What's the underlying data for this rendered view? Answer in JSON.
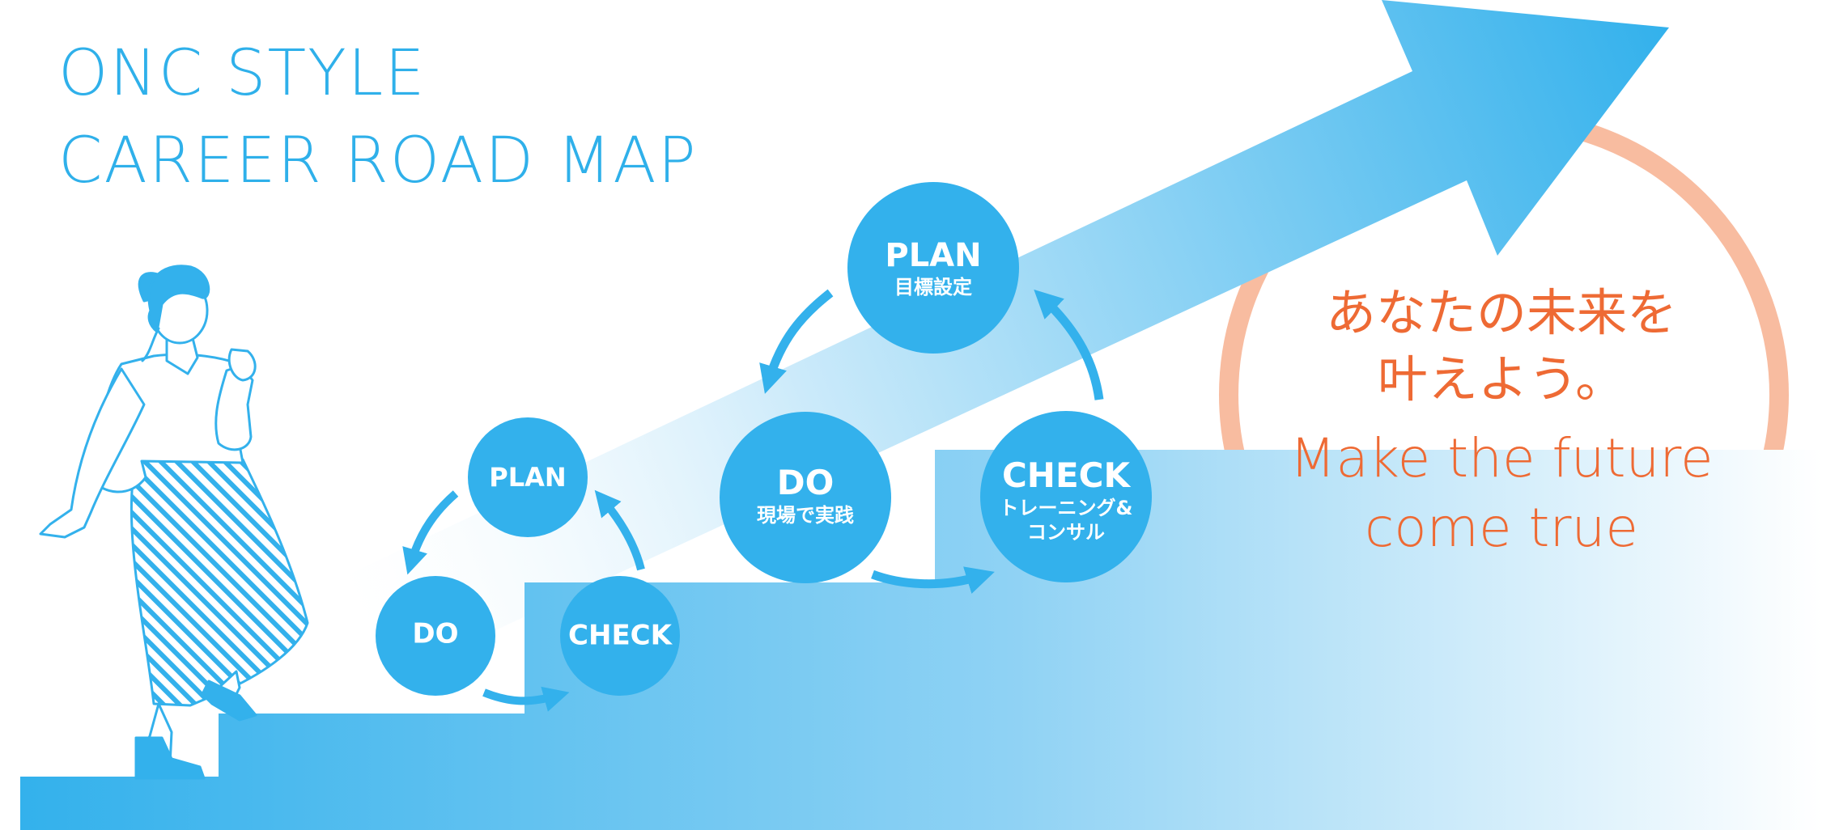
{
  "title": {
    "line1": "ONC STYLE",
    "line2": "CAREER ROAD MAP"
  },
  "small_cycle": {
    "plan": "PLAN",
    "do": "DO",
    "check": "CHECK"
  },
  "large_cycle": {
    "plan": {
      "label": "PLAN",
      "sub": "目標設定"
    },
    "do": {
      "label": "DO",
      "sub": "現場で実践"
    },
    "check": {
      "label": "CHECK",
      "sub_line1": "トレーニング&",
      "sub_line2": "コンサル"
    }
  },
  "goal": {
    "jp_line1": "あなたの未来を",
    "jp_line2": "叶えよう。",
    "en_line1": "Make the future",
    "en_line2": "come true"
  },
  "colors": {
    "primary_blue": "#33b1ec",
    "title_blue": "#2fb0ea",
    "goal_ring": "#f8bca0",
    "goal_text": "#ee6a34"
  },
  "icons": {
    "person": "woman-climbing-stairs-illustration",
    "arrow": "growth-arrow-icon"
  }
}
